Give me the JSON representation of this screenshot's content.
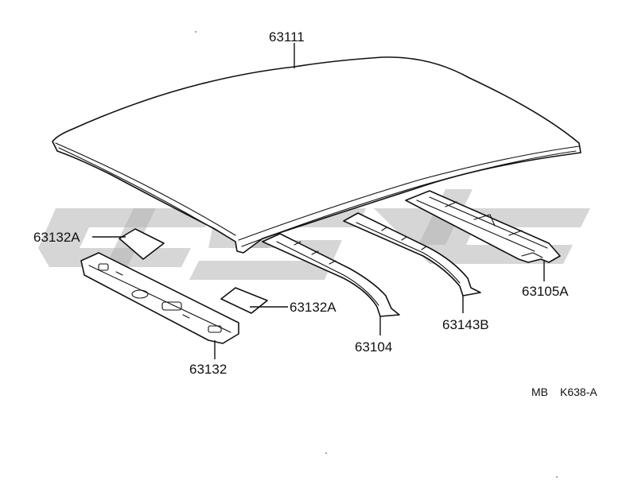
{
  "diagram": {
    "parts": {
      "roof_panel": "63111",
      "front_rail_pad_upper": "63132A",
      "front_rail_pad_lower": "63132A",
      "front_header_panel": "63132",
      "roof_bow_front": "63104",
      "roof_bow_middle": "63143B",
      "rear_roof_rail": "63105A"
    },
    "figure_code": {
      "prefix": "MB",
      "code": "K638-A"
    }
  }
}
